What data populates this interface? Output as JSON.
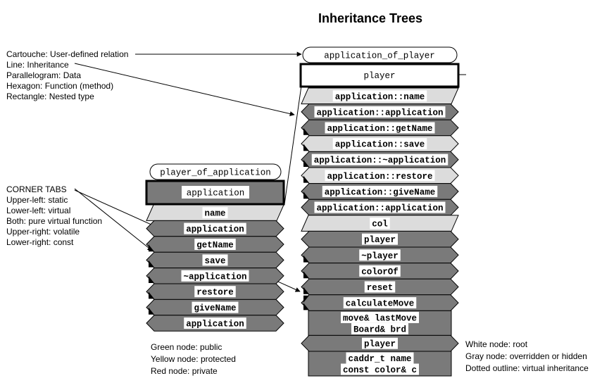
{
  "title": "Inheritance Trees",
  "legend_top": [
    "Cartouche: User-defined relation",
    "Line: Inheritance",
    "",
    "Parallelogram: Data",
    "Hexagon: Function (method)",
    "Rectangle: Nested type"
  ],
  "legend_corner": [
    "CORNER TABS",
    "Upper-left: static",
    "Lower-left: virtual",
    "Both: pure virtual function",
    "",
    "Upper-right: volatile",
    "Lower-right: const"
  ],
  "legend_access": [
    "Green node: public",
    "Yellow node: protected",
    "Red node: private"
  ],
  "legend_root": [
    "White node: root",
    "Gray node: overridden or hidden",
    "Dotted outline: virtual inheritance"
  ],
  "left_tree": {
    "relation": "player_of_application",
    "root": "application",
    "members": [
      {
        "label": "name",
        "shape": "para",
        "gray": true,
        "tab": ""
      },
      {
        "label": "application",
        "shape": "hex",
        "gray": false,
        "tab": ""
      },
      {
        "label": "getName",
        "shape": "hex",
        "gray": false,
        "tab": "ll"
      },
      {
        "label": "save",
        "shape": "hex",
        "gray": false,
        "tab": "ll"
      },
      {
        "label": "~application",
        "shape": "hex",
        "gray": false,
        "tab": "ll"
      },
      {
        "label": "restore",
        "shape": "hex",
        "gray": false,
        "tab": "ll"
      },
      {
        "label": "giveName",
        "shape": "hex",
        "gray": false,
        "tab": "ll"
      },
      {
        "label": "application",
        "shape": "hex",
        "gray": false,
        "tab": ""
      }
    ]
  },
  "right_tree": {
    "relation": "application_of_player",
    "root": "player",
    "members": [
      {
        "label": "application::name",
        "shape": "para",
        "gray": true,
        "tab": ""
      },
      {
        "label": "application::application",
        "shape": "hex",
        "gray": false,
        "tab": ""
      },
      {
        "label": "application::getName",
        "shape": "hex",
        "gray": false,
        "tab": "ll"
      },
      {
        "label": "application::save",
        "shape": "hex",
        "gray": true,
        "tab": "ll"
      },
      {
        "label": "application::~application",
        "shape": "hex",
        "gray": false,
        "tab": "ll"
      },
      {
        "label": "application::restore",
        "shape": "hex",
        "gray": true,
        "tab": "ll"
      },
      {
        "label": "application::giveName",
        "shape": "hex",
        "gray": false,
        "tab": "ll"
      },
      {
        "label": "application::application",
        "shape": "hex",
        "gray": false,
        "tab": ""
      },
      {
        "label": "col",
        "shape": "para",
        "gray": true,
        "tab": ""
      },
      {
        "label": "player",
        "shape": "hex",
        "gray": false,
        "tab": ""
      },
      {
        "label": "~player",
        "shape": "hex",
        "gray": false,
        "tab": "ll"
      },
      {
        "label": "colorOf",
        "shape": "hex",
        "gray": false,
        "tab": "ll"
      },
      {
        "label": "reset",
        "shape": "hex",
        "gray": false,
        "tab": "ll"
      },
      {
        "label": "calculateMove",
        "shape": "hex",
        "gray": false,
        "tab": "both"
      },
      {
        "label": "move& lastMove|Board& brd",
        "shape": "rect",
        "gray": false,
        "tab": ""
      },
      {
        "label": "player",
        "shape": "hex",
        "gray": false,
        "tab": ""
      },
      {
        "label": "caddr_t name|const color& c",
        "shape": "rect",
        "gray": false,
        "tab": ""
      }
    ]
  },
  "colors": {
    "node_dark": "#7a7a7a",
    "node_light": "#dcdcdc",
    "label_bg": "#ffffff",
    "stroke": "#000000"
  }
}
